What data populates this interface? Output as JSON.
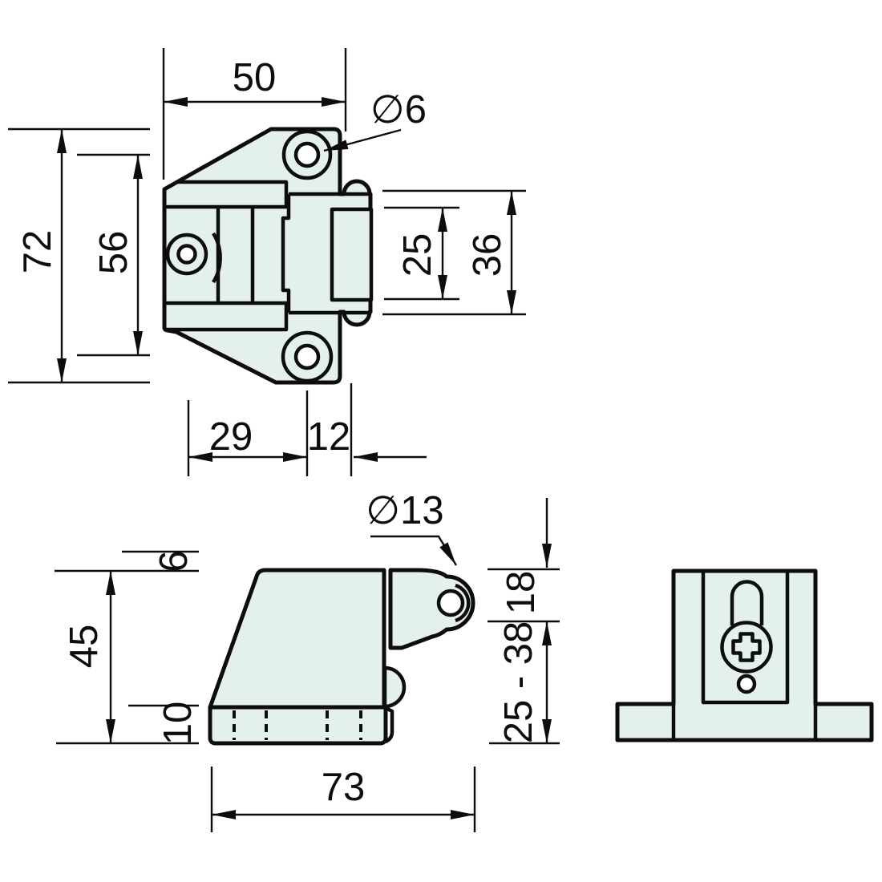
{
  "page": {
    "background": "#ffffff"
  },
  "drawing": {
    "part_fill": "#e4f0ec",
    "line_color": "#0d0d0d",
    "views": {
      "top": {
        "dims": {
          "width_top": "50",
          "screw_hole_dia": "∅6",
          "overall_height": "72",
          "hole_spacing": "56",
          "roller_width": "25",
          "housing_width": "36",
          "depth_to_axle": "29",
          "axle_to_face": "12"
        }
      },
      "side": {
        "dims": {
          "roller_dia": "∅13",
          "top_clearance": "6",
          "body_height": "45",
          "base_height": "10",
          "head_height": "18",
          "mount_range": "25 - 38",
          "overall_depth": "73"
        }
      }
    }
  }
}
